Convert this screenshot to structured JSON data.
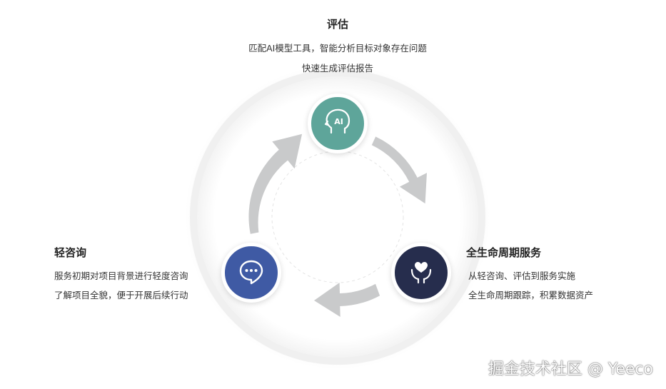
{
  "colors": {
    "assess": "#5ea59a",
    "consult": "#3f5aa4",
    "service": "#262d4d",
    "arrow": "#c9cacb"
  },
  "nodes": {
    "top": {
      "title": "评估",
      "line1": "匹配AI模型工具，智能分析目标对象存在问题",
      "line2": "快速生成评估报告",
      "icon": "ai-head-icon",
      "icon_text": "AI"
    },
    "left": {
      "title": "轻咨询",
      "line1": "服务初期对项目背景进行轻度咨询",
      "line2": "了解项目全貌，便于开展后续行动",
      "icon": "chat-bubble-icon"
    },
    "right": {
      "title": "全生命周期服务",
      "line1": "从轻咨询、评估到服务实施",
      "line2": "全生命周期跟踪，积累数据资产",
      "icon": "heart-hands-icon"
    }
  },
  "watermark": "掘金技术社区 @ Yeeco"
}
